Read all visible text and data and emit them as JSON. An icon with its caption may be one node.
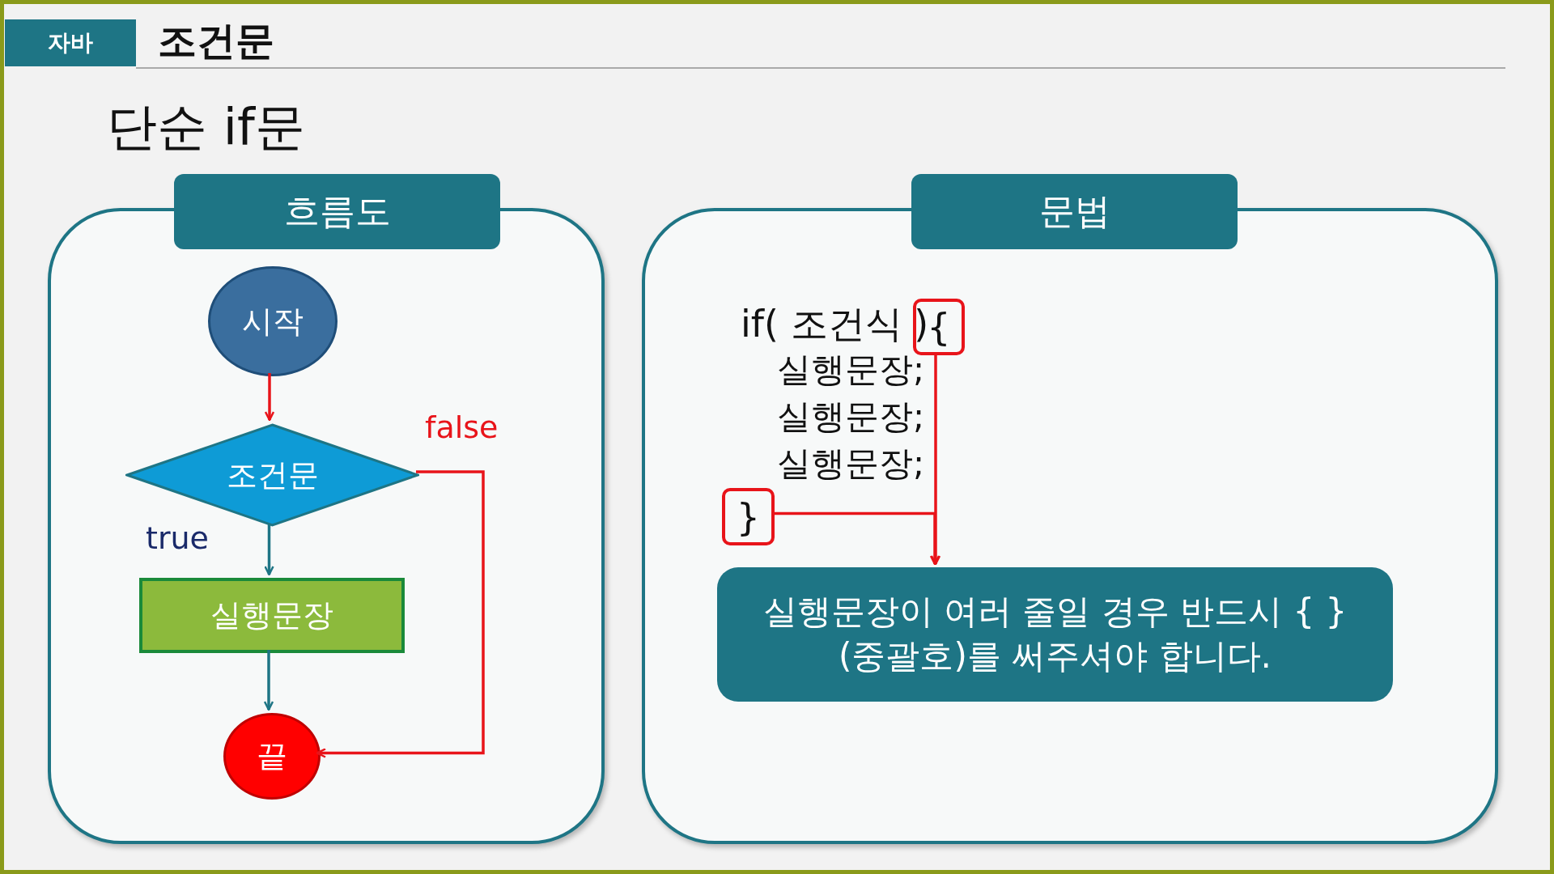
{
  "diagram": {
    "title": "조건문",
    "nodes": [
      {
        "text": [
          "흐름도"
        ]
      },
      {
        "text": [
          "시작"
        ],
        "in": 0
      },
      {
        "text": [
          "조건문"
        ],
        "in": 0
      },
      {
        "text": [
          "실행문장"
        ],
        "in": 0
      },
      {
        "text": [
          "끝"
        ],
        "in": 0
      },
      {
        "text": [
          "문법"
        ]
      },
      {
        "text": [
          "{"
        ],
        "in": 5
      },
      {
        "text": [
          "}"
        ],
        "in": 5
      },
      {
        "text": [
          "실행문장이 여러 줄일 경우 반드시 { } (중괄호)를 써주셔야 합니다."
        ],
        "in": 5
      }
    ],
    "edges": [
      {
        "from": 1,
        "to": 2,
        "arrow": "to"
      },
      {
        "from": 2,
        "to": 3,
        "arrow": "to",
        "label": "true",
        "color": "#1e7585"
      },
      {
        "from": 3,
        "to": 4,
        "arrow": "to",
        "color": "#1e7585"
      },
      {
        "from": 2,
        "to": 4,
        "arrow": "to",
        "label": "false"
      },
      {
        "from": 6,
        "to": 8,
        "arrow": "to"
      },
      {
        "from": 7,
        "to": 8,
        "arrow": "to"
      }
    ],
    "labels": [
      "자바",
      "단순 if문",
      "if( 조건식 )",
      "실행문장;",
      "실행문장;",
      "실행문장;"
    ]
  }
}
